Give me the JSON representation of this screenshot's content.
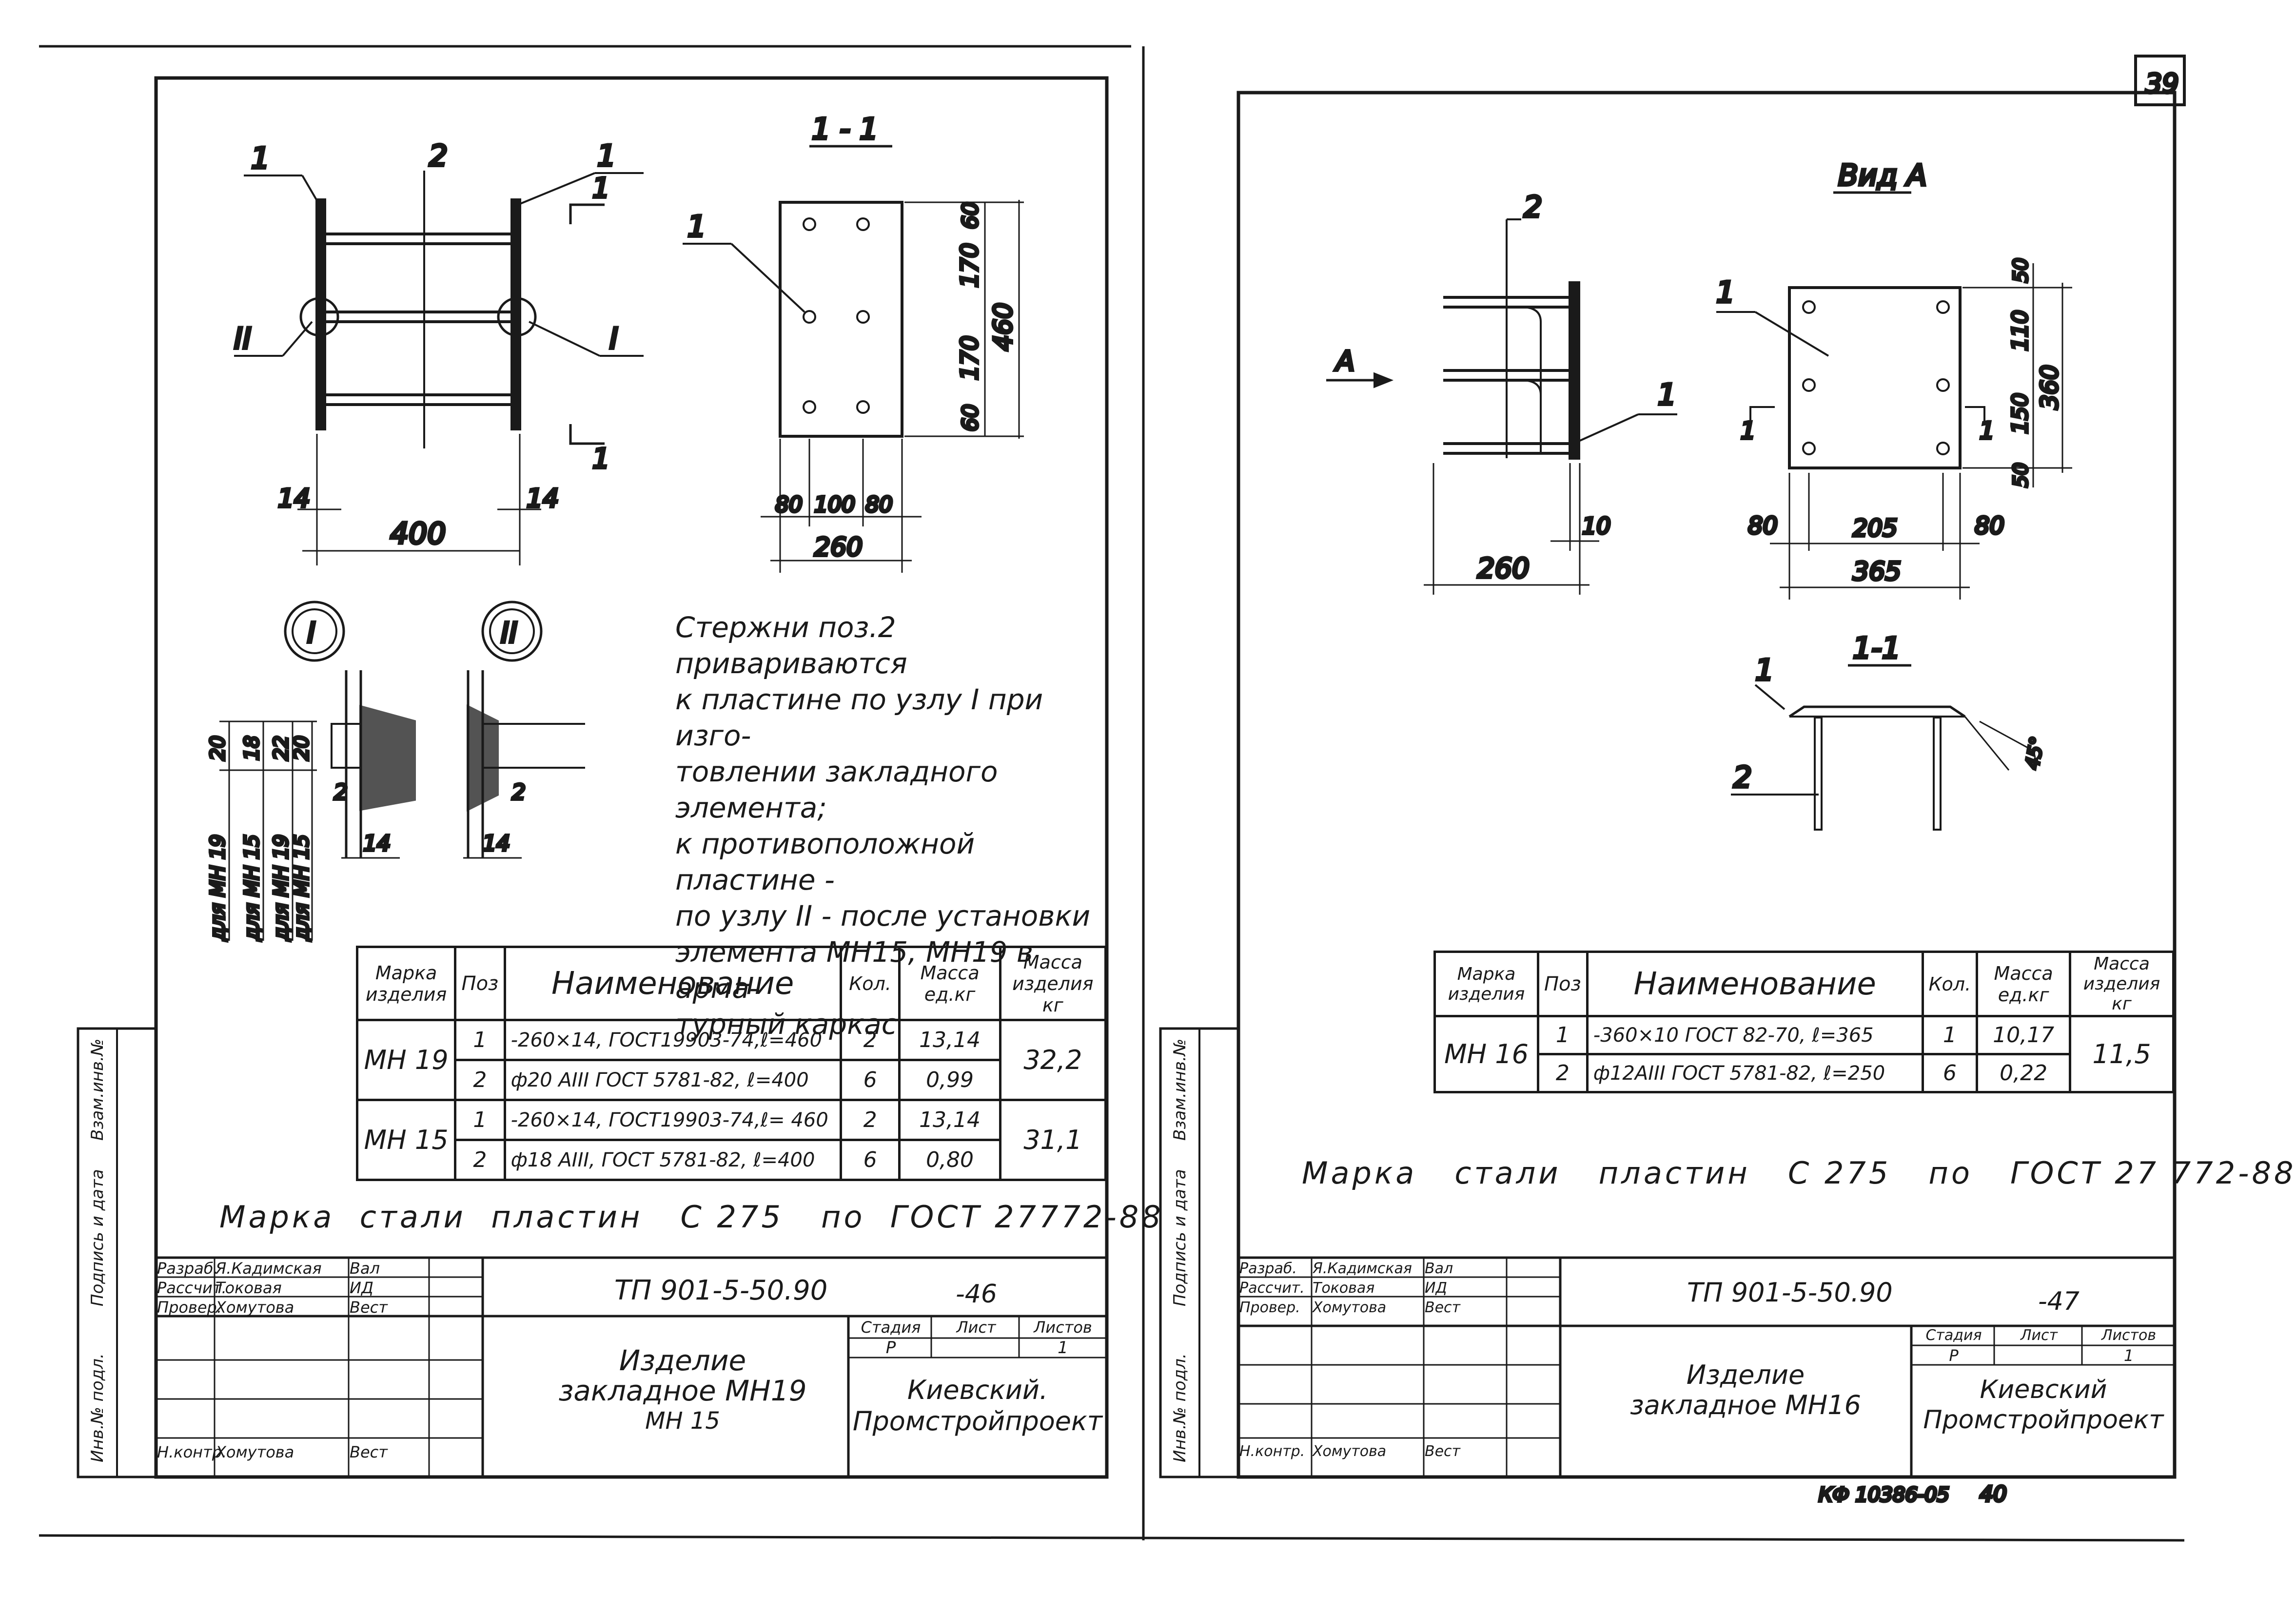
{
  "sheet_number": "39",
  "left": {
    "section_title": "1 - 1",
    "pos_labels": {
      "p1a": "1",
      "p2": "2",
      "p1b": "1",
      "p1c": "1",
      "node2": "II",
      "node1": "I",
      "cut_up": "1",
      "cut_down": "1"
    },
    "dims": {
      "d14a": "14",
      "d14b": "14",
      "d400": "400",
      "v60a": "60",
      "v170a": "170",
      "v170b": "170",
      "v60b": "60",
      "v460": "460",
      "h80a": "80",
      "h100": "100",
      "h80b": "80",
      "h260": "260"
    },
    "detail": {
      "node_I": "I",
      "node_II": "II",
      "dims_a": "20",
      "dims_b": "18",
      "dims_c": "22",
      "dims_d": "20",
      "v_labels": [
        "для МН 19",
        "для МН 15",
        "для МН 19",
        "для МН 15"
      ],
      "pos2_a": "2",
      "pos2_b": "2",
      "w14a": "14",
      "w14b": "14"
    },
    "note_lines": [
      "Стержни поз.2  привариваются",
      "к пластине  по узлу I  при изго-",
      "товлении закладного элемента;",
      "к противоположной пластине -",
      "по узлу II - после установки",
      "элемента  МН15, МН19  в арма-",
      "турный каркас"
    ],
    "table": {
      "headers": {
        "mark": "Марка изделия",
        "pos": "Поз",
        "name": "Наименование",
        "qty": "Кол.",
        "unit_mass": "Масса ед.кг",
        "total_mass": "Масса изделия кг"
      },
      "rows": [
        {
          "mark": "МН 19",
          "pos": "1",
          "name": "-260×14, ГОСТ19903-74,ℓ=460",
          "qty": "2",
          "unit": "13,14",
          "total": "32,2"
        },
        {
          "pos": "2",
          "name": "ф20 АIII ГОСТ 5781-82, ℓ=400",
          "qty": "6",
          "unit": "0,99"
        },
        {
          "mark": "МН 15",
          "pos": "1",
          "name": "-260×14, ГОСТ19903-74,ℓ= 460",
          "qty": "2",
          "unit": "13,14",
          "total": "31,1"
        },
        {
          "pos": "2",
          "name": "ф18 АIII, ГОСТ 5781-82, ℓ=400",
          "qty": "6",
          "unit": "0,80"
        }
      ]
    },
    "steel_note": "Марка  стали  пластин   С 275   по  ГОСТ 27772-88",
    "title_block": {
      "roles": [
        "Разраб.",
        "Рассчит.",
        "Провер.",
        "",
        "",
        "Н.контр."
      ],
      "names": [
        "Я.Кадимская",
        "Токовая",
        "Хомутова",
        "",
        "",
        "Хомутова"
      ],
      "signs": [
        "Вал",
        "ИД",
        "Вест",
        "",
        "",
        "Вест"
      ],
      "code": "ТП 901-5-50.90",
      "code_suffix": "-46",
      "title_lines": [
        "Изделие",
        "закладное   МН19",
        "МН 15"
      ],
      "stage_hdr": "Стадия",
      "sheet_hdr": "Лист",
      "sheets_hdr": "Листов",
      "stage": "Р",
      "sheets": "1",
      "org": [
        "Киевский.",
        "Промстройпроект"
      ]
    },
    "side_labels": [
      "Инв.№ подл.",
      "Подпись и дата",
      "Взам.инв.№"
    ]
  },
  "right": {
    "view_title": "Вид А",
    "section_title": "1-1",
    "pos_labels": {
      "p2": "2",
      "p1": "1",
      "p1b": "1",
      "arrowA": "A",
      "cut_a": "1",
      "cut_b": "1",
      "s1": "1",
      "s2": "2"
    },
    "dims": {
      "d10": "10",
      "d260": "260",
      "v50a": "50",
      "v110": "110",
      "v150": "150",
      "v50b": "50",
      "v360": "360",
      "h80a": "80",
      "h205": "205",
      "h80b": "80",
      "h365": "365",
      "ang": "45°"
    },
    "table": {
      "headers": {
        "mark": "Марка изделия",
        "pos": "Поз",
        "name": "Наименование",
        "qty": "Кол.",
        "unit_mass": "Масса ед.кг",
        "total_mass": "Масса изделия кг"
      },
      "rows": [
        {
          "mark": "МН 16",
          "pos": "1",
          "name": "-360×10 ГОСТ 82-70, ℓ=365",
          "qty": "1",
          "unit": "10,17",
          "total": "11,5"
        },
        {
          "pos": "2",
          "name": "ф12АIII ГОСТ 5781-82, ℓ=250",
          "qty": "6",
          "unit": "0,22"
        }
      ]
    },
    "steel_note": "Марка   стали   пластин   С 275   по   ГОСТ 27 772-88",
    "title_block": {
      "roles": [
        "Разраб.",
        "Рассчит.",
        "Провер.",
        "",
        "",
        "Н.контр."
      ],
      "names": [
        "Я.Кадимская",
        "Токовая",
        "Хомутова",
        "",
        "",
        "Хомутова"
      ],
      "signs": [
        "Вал",
        "ИД",
        "Вест",
        "",
        "",
        "Вест"
      ],
      "code": "ТП 901-5-50.90",
      "code_suffix": "-47",
      "title_lines": [
        "Изделие",
        "закладное  МН16"
      ],
      "stage_hdr": "Стадия",
      "sheet_hdr": "Лист",
      "sheets_hdr": "Листов",
      "stage": "Р",
      "sheets": "1",
      "org": [
        "Киевский",
        "Промстройпроект"
      ]
    },
    "side_labels": [
      "Инв.№ подл.",
      "Подпись и дата",
      "Взам.инв.№"
    ]
  },
  "footer": {
    "archive_code": "КФ 10386-05",
    "page": "40"
  }
}
